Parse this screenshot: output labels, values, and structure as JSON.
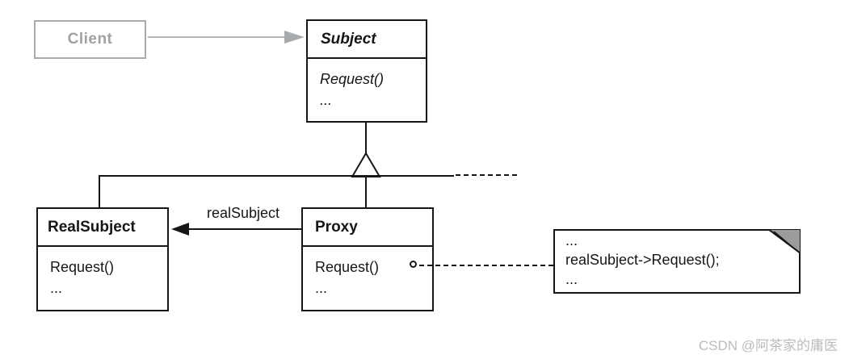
{
  "diagram": {
    "pattern": "Proxy (GoF UML class diagram)",
    "classes": {
      "client": {
        "name": "Client",
        "style": "grayed-out"
      },
      "subject": {
        "name": "Subject",
        "abstract": true,
        "methods": [
          "Request()",
          "..."
        ]
      },
      "real_subject": {
        "name": "RealSubject",
        "abstract": false,
        "methods": [
          "Request()",
          "..."
        ]
      },
      "proxy": {
        "name": "Proxy",
        "abstract": false,
        "methods": [
          "Request()",
          "..."
        ]
      }
    },
    "relationships": {
      "client_to_subject": {
        "type": "association",
        "from": "Client",
        "to": "Subject"
      },
      "realsubject_inherits": {
        "type": "inheritance",
        "from": "RealSubject",
        "to": "Subject"
      },
      "proxy_inherits": {
        "type": "inheritance",
        "from": "Proxy",
        "to": "Subject"
      },
      "proxy_to_realsubject": {
        "type": "association",
        "label": "realSubject",
        "from": "Proxy",
        "to": "RealSubject"
      }
    },
    "note": {
      "attached_to": "Proxy.Request()",
      "lines": [
        "...",
        "realSubject->Request();",
        "..."
      ]
    },
    "watermark": "CSDN @阿茶家的庸医"
  },
  "colors": {
    "line": "#161616",
    "grayed": "#a8abad",
    "note_fold": "#9c9c9c",
    "watermark": "#b9bcbe",
    "background": "#ffffff"
  }
}
